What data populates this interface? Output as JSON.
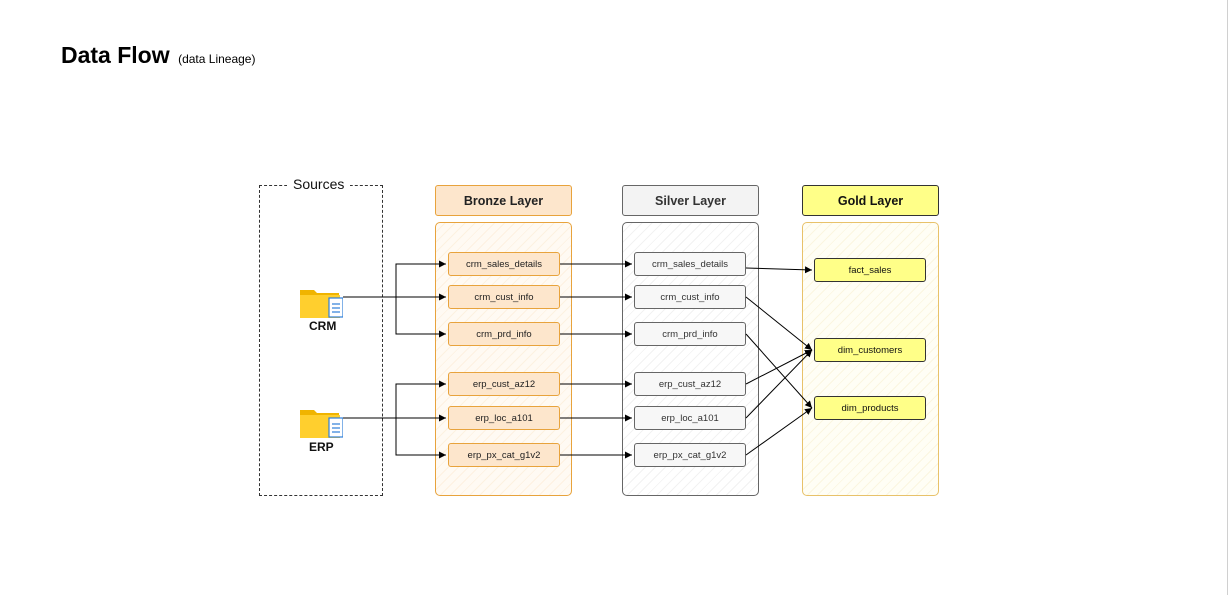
{
  "header": {
    "title": "Data Flow",
    "subtitle": "(data Lineage)"
  },
  "sources": {
    "label": "Sources",
    "items": [
      {
        "id": "crm",
        "label": "CRM",
        "icon": "folder-document-icon"
      },
      {
        "id": "erp",
        "label": "ERP",
        "icon": "folder-document-icon"
      }
    ]
  },
  "layers": {
    "bronze": {
      "title": "Bronze Layer",
      "color": "#fde6cc",
      "border": "#e8a33c",
      "tables": [
        "crm_sales_details",
        "crm_cust_info",
        "crm_prd_info",
        "erp_cust_az12",
        "erp_loc_a101",
        "erp_px_cat_g1v2"
      ]
    },
    "silver": {
      "title": "Silver Layer",
      "color": "#f3f3f3",
      "border": "#666666",
      "tables": [
        "crm_sales_details",
        "crm_cust_info",
        "crm_prd_info",
        "erp_cust_az12",
        "erp_loc_a101",
        "erp_px_cat_g1v2"
      ]
    },
    "gold": {
      "title": "Gold Layer",
      "color": "#ffff88",
      "border": "#333333",
      "tables": [
        "fact_sales",
        "dim_customers",
        "dim_products"
      ]
    }
  },
  "edges": [
    [
      "crm",
      "bronze.0"
    ],
    [
      "crm",
      "bronze.1"
    ],
    [
      "crm",
      "bronze.2"
    ],
    [
      "erp",
      "bronze.3"
    ],
    [
      "erp",
      "bronze.4"
    ],
    [
      "erp",
      "bronze.5"
    ],
    [
      "bronze.0",
      "silver.0"
    ],
    [
      "bronze.1",
      "silver.1"
    ],
    [
      "bronze.2",
      "silver.2"
    ],
    [
      "bronze.3",
      "silver.3"
    ],
    [
      "bronze.4",
      "silver.4"
    ],
    [
      "bronze.5",
      "silver.5"
    ],
    [
      "silver.0",
      "gold.0"
    ],
    [
      "silver.1",
      "gold.1"
    ],
    [
      "silver.3",
      "gold.1"
    ],
    [
      "silver.4",
      "gold.1"
    ],
    [
      "silver.2",
      "gold.2"
    ],
    [
      "silver.5",
      "gold.2"
    ]
  ]
}
